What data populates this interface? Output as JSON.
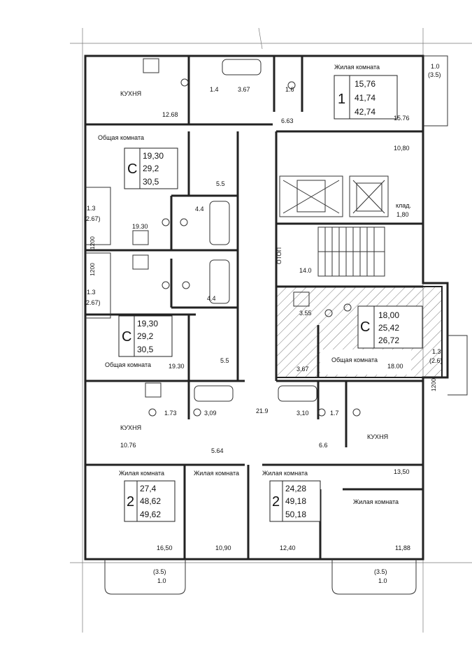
{
  "units": [
    {
      "id": "u1",
      "type": "1",
      "values": [
        "15,76",
        "41,74",
        "42,74"
      ]
    },
    {
      "id": "u2",
      "type": "С",
      "values": [
        "19,30",
        "29,2",
        "30,5"
      ]
    },
    {
      "id": "u3",
      "type": "С",
      "values": [
        "19,30",
        "29,2",
        "30,5"
      ]
    },
    {
      "id": "u4",
      "type": "С",
      "values": [
        "18,00",
        "25,42",
        "26,72"
      ]
    },
    {
      "id": "u5",
      "type": "2",
      "values": [
        "27,4",
        "48,62",
        "49,62"
      ]
    },
    {
      "id": "u6",
      "type": "2",
      "values": [
        "24,28",
        "49,18",
        "50,18"
      ]
    }
  ],
  "room_labels": {
    "kitchen_1": "КУХНЯ",
    "living_1": "Жилая комната",
    "common_2": "Общая комната",
    "common_3": "Общая комната",
    "common_4": "Общая комната",
    "kitchen_5": "КУХНЯ",
    "living_5a": "Жилая комната",
    "living_5b": "Жилая комната",
    "kitchen_6": "КУХНЯ",
    "living_6a": "Жилая комната",
    "living_6b": "Жилая комната",
    "storage": "клад.",
    "shaft": "ОТОП"
  },
  "areas": {
    "a1": "12.68",
    "a2": "1.4",
    "a3": "3.67",
    "a4": "1.6",
    "a5": "6.63",
    "a6": "15.76",
    "a7": "10,80",
    "a8": "1,80",
    "a9": "5.5",
    "a10": "4.4",
    "a11": "19.30",
    "a12": "14.0",
    "a13": "4.4",
    "a14": "3.55",
    "a15": "5.5",
    "a16": "19.30",
    "a17": "3.67",
    "a18": "18.00",
    "a19": "21.9",
    "a20": "1.73",
    "a21": "3,09",
    "a22": "3,10",
    "a23": "1.7",
    "a24": "10.76",
    "a25": "5.64",
    "a26": "6.6",
    "a27": "13,50",
    "a28": "16,50",
    "a29": "10,90",
    "a30": "12,40",
    "a31": "11,88"
  },
  "balconies": {
    "b1a": "1.0",
    "b1b": "(3.5)",
    "b2a": "1.3",
    "b2b": "(2.67)",
    "b3a": "1.3",
    "b3b": "(2.67)",
    "b4a": "1.3",
    "b4b": "(2.6)",
    "b5a": "(3.5)",
    "b5b": "1.0",
    "b6a": "(3.5)",
    "b6b": "1.0"
  },
  "dims": {
    "d1": "1200",
    "d2": "1200",
    "d3": "1200"
  },
  "colors": {
    "wall": "#222222",
    "hatch": "#555555",
    "bg": "#ffffff"
  }
}
